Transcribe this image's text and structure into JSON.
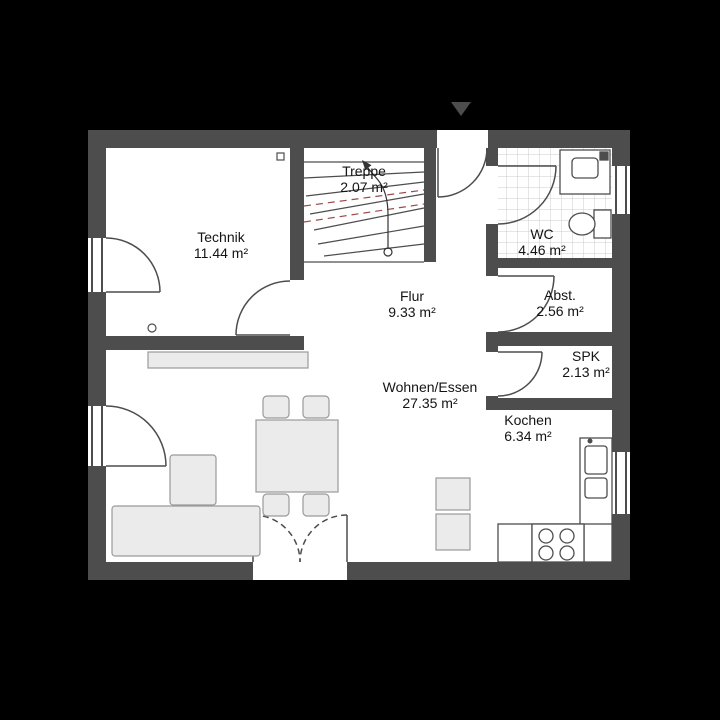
{
  "page": {
    "background_color": "#000000"
  },
  "floorplan": {
    "wall_color": "#4d4d4d",
    "floor_color": "#ffffff",
    "tile_line_color": "#cccccc",
    "furniture_fill": "#ebebeb",
    "stair_cutline_color": "#9b4a4a",
    "rooms": [
      {
        "id": "technik",
        "label": "Technik",
        "area": "11.44 m²"
      },
      {
        "id": "treppe",
        "label": "Treppe",
        "area": "2.07 m²"
      },
      {
        "id": "wc",
        "label": "WC",
        "area": "4.46 m²"
      },
      {
        "id": "flur",
        "label": "Flur",
        "area": "9.33 m²"
      },
      {
        "id": "abst",
        "label": "Abst.",
        "area": "2.56 m²"
      },
      {
        "id": "spk",
        "label": "SPK",
        "area": "2.13 m²"
      },
      {
        "id": "wohnen",
        "label": "Wohnen/Essen",
        "area": "27.35 m²"
      },
      {
        "id": "kochen",
        "label": "Kochen",
        "area": "6.34 m²"
      }
    ]
  }
}
